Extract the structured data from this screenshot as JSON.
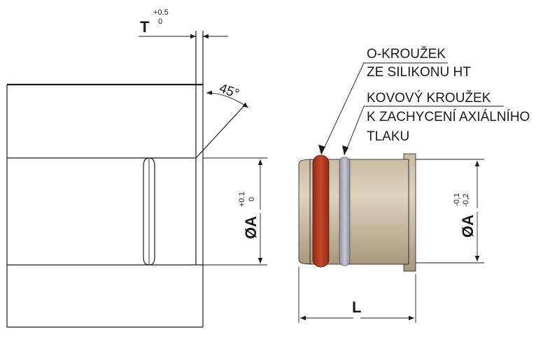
{
  "colors": {
    "line": "#1a1a1a",
    "body_light": "#ddd3bf",
    "body_mid": "#c9bca3",
    "body_dark": "#a8997c",
    "oring": "#c8482a",
    "oring_dark": "#8e2a16",
    "metal_ring": "#c9c9d4",
    "metal_ring_dark": "#8f8f9c"
  },
  "labels": {
    "T": "T",
    "T_tol_upper": "+0.5",
    "T_tol_lower": "0",
    "angle": "45°",
    "diam_left": "ØA",
    "diam_left_tol_upper": "+0.1",
    "diam_left_tol_lower": "0",
    "diam_right": "ØA",
    "diam_right_tol_upper": "-0,1",
    "diam_right_tol_lower": "-0,2",
    "length": "L"
  },
  "callouts": {
    "oring_line1": "O-KROUŽEK",
    "oring_line2": "ZE SILIKONU HT",
    "ring_line1": "KOVOVÝ KROUŽEK",
    "ring_line2": "K ZACHYCENÍ AXIÁLNÍHO",
    "ring_line3": "TLAKU"
  }
}
